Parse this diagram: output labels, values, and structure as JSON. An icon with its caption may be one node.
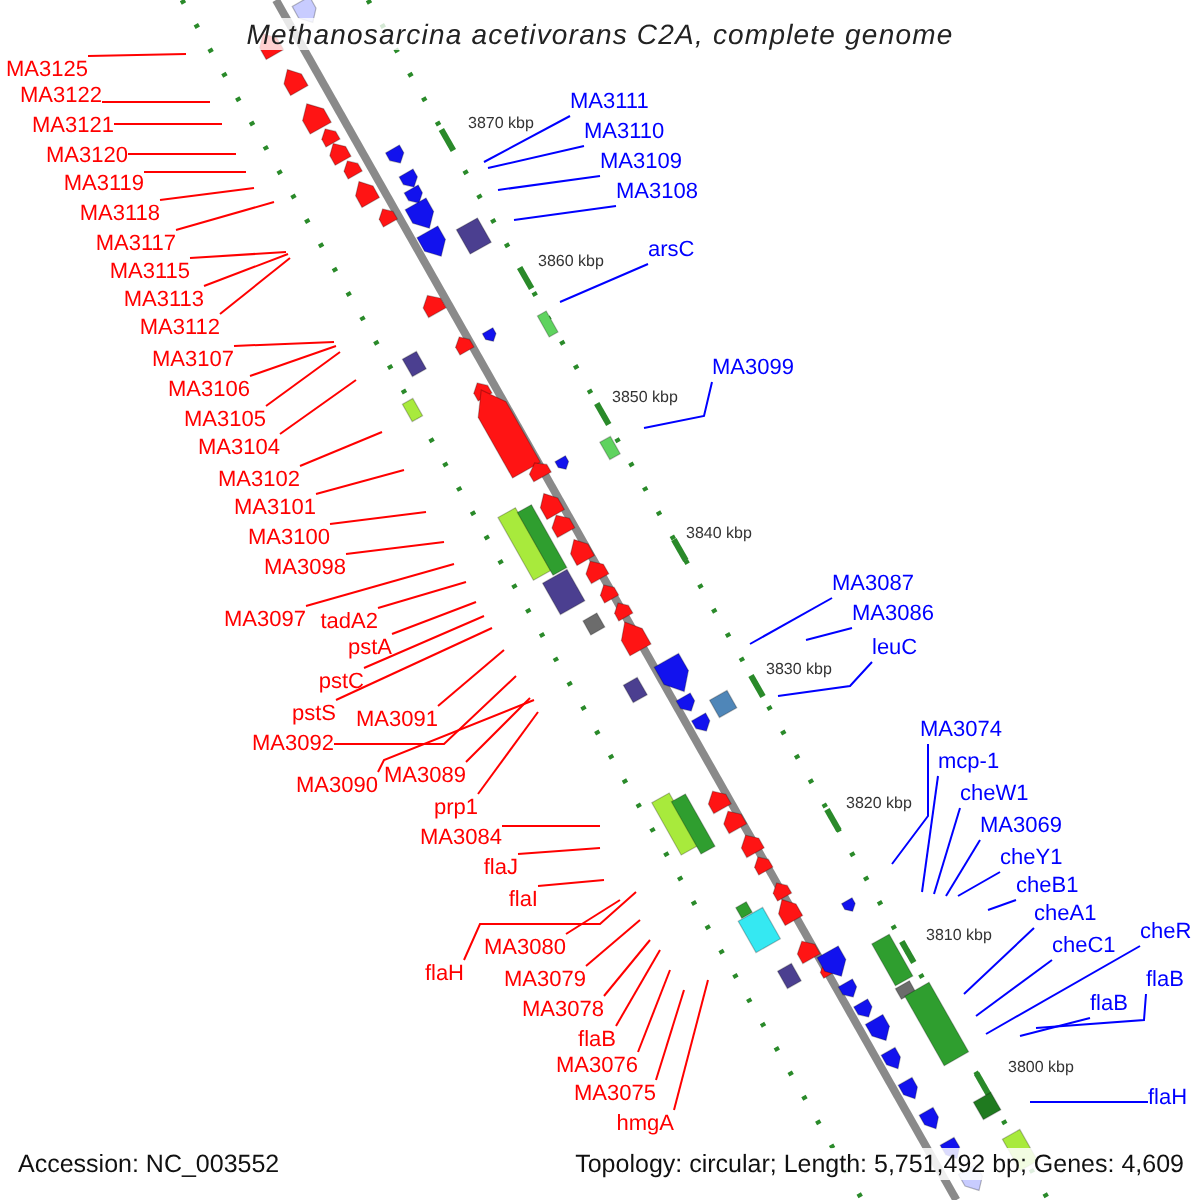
{
  "diagram": {
    "title": "Methanosarcina acetivorans C2A, complete genome",
    "nodes": [
      {
        "text": [
          "MA3125"
        ]
      },
      {
        "text": [
          "MA3122"
        ]
      },
      {
        "text": [
          "MA3121"
        ]
      },
      {
        "text": [
          "MA3120"
        ]
      },
      {
        "text": [
          "MA3119"
        ]
      },
      {
        "text": [
          "MA3118"
        ]
      },
      {
        "text": [
          "MA3117"
        ]
      },
      {
        "text": [
          "MA3115"
        ]
      },
      {
        "text": [
          "MA3113"
        ]
      },
      {
        "text": [
          "MA3112"
        ]
      },
      {
        "text": [
          "MA3107"
        ]
      },
      {
        "text": [
          "MA3106"
        ]
      },
      {
        "text": [
          "MA3105"
        ]
      },
      {
        "text": [
          "MA3104"
        ]
      },
      {
        "text": [
          "MA3102"
        ]
      },
      {
        "text": [
          "MA3101"
        ]
      },
      {
        "text": [
          "MA3100"
        ]
      },
      {
        "text": [
          "MA3098"
        ]
      },
      {
        "text": [
          "MA3097"
        ]
      },
      {
        "text": [
          "tadA2"
        ]
      },
      {
        "text": [
          "pstA"
        ]
      },
      {
        "text": [
          "pstC"
        ]
      },
      {
        "text": [
          "pstS"
        ]
      },
      {
        "text": [
          "MA3091"
        ]
      },
      {
        "text": [
          "MA3092"
        ]
      },
      {
        "text": [
          "MA3089"
        ]
      },
      {
        "text": [
          "MA3090"
        ]
      },
      {
        "text": [
          "prp1"
        ]
      },
      {
        "text": [
          "MA3084"
        ]
      },
      {
        "text": [
          "flaJ"
        ]
      },
      {
        "text": [
          "flaI"
        ]
      },
      {
        "text": [
          "MA3080"
        ]
      },
      {
        "text": [
          "flaH"
        ]
      },
      {
        "text": [
          "MA3079"
        ]
      },
      {
        "text": [
          "MA3078"
        ]
      },
      {
        "text": [
          "flaB"
        ]
      },
      {
        "text": [
          "MA3076"
        ]
      },
      {
        "text": [
          "MA3075"
        ]
      },
      {
        "text": [
          "hmgA"
        ]
      },
      {
        "text": [
          "MA3111"
        ]
      },
      {
        "text": [
          "MA3110"
        ]
      },
      {
        "text": [
          "MA3109"
        ]
      },
      {
        "text": [
          "MA3108"
        ]
      },
      {
        "text": [
          "arsC"
        ]
      },
      {
        "text": [
          "MA3099"
        ]
      },
      {
        "text": [
          "MA3087"
        ]
      },
      {
        "text": [
          "MA3086"
        ]
      },
      {
        "text": [
          "leuC"
        ]
      },
      {
        "text": [
          "MA3074"
        ]
      },
      {
        "text": [
          "mcp-1"
        ]
      },
      {
        "text": [
          "cheW1"
        ]
      },
      {
        "text": [
          "MA3069"
        ]
      },
      {
        "text": [
          "cheY1"
        ]
      },
      {
        "text": [
          "cheB1"
        ]
      },
      {
        "text": [
          "cheA1"
        ]
      },
      {
        "text": [
          "cheC1"
        ]
      },
      {
        "text": [
          "cheR"
        ]
      },
      {
        "text": [
          "flaB"
        ]
      },
      {
        "text": [
          "flaB"
        ]
      },
      {
        "text": [
          "flaH"
        ]
      }
    ],
    "edges": [
      {
        "from": 0,
        "to": null,
        "arrow": "none"
      },
      {
        "from": 1,
        "to": null,
        "arrow": "none"
      },
      {
        "from": 2,
        "to": null,
        "arrow": "none"
      },
      {
        "from": 3,
        "to": null,
        "arrow": "none"
      },
      {
        "from": 4,
        "to": null,
        "arrow": "none"
      },
      {
        "from": 5,
        "to": null,
        "arrow": "none"
      },
      {
        "from": 6,
        "to": null,
        "arrow": "none"
      },
      {
        "from": 7,
        "to": null,
        "arrow": "none"
      },
      {
        "from": 8,
        "to": null,
        "arrow": "none"
      },
      {
        "from": 9,
        "to": null,
        "arrow": "none"
      },
      {
        "from": 10,
        "to": null,
        "arrow": "none"
      },
      {
        "from": 11,
        "to": null,
        "arrow": "none"
      },
      {
        "from": 12,
        "to": null,
        "arrow": "none"
      },
      {
        "from": 13,
        "to": null,
        "arrow": "none"
      },
      {
        "from": 14,
        "to": null,
        "arrow": "none"
      },
      {
        "from": 15,
        "to": null,
        "arrow": "none"
      },
      {
        "from": 16,
        "to": null,
        "arrow": "none"
      },
      {
        "from": 17,
        "to": null,
        "arrow": "none"
      },
      {
        "from": 18,
        "to": null,
        "arrow": "none"
      },
      {
        "from": 19,
        "to": null,
        "arrow": "none"
      },
      {
        "from": 20,
        "to": null,
        "arrow": "none"
      },
      {
        "from": 21,
        "to": null,
        "arrow": "none"
      },
      {
        "from": 22,
        "to": null,
        "arrow": "none"
      },
      {
        "from": 23,
        "to": null,
        "arrow": "none"
      },
      {
        "from": 24,
        "to": null,
        "arrow": "none"
      },
      {
        "from": 25,
        "to": null,
        "arrow": "none"
      },
      {
        "from": 26,
        "to": null,
        "arrow": "none"
      },
      {
        "from": 27,
        "to": null,
        "arrow": "none"
      },
      {
        "from": 28,
        "to": null,
        "arrow": "none"
      },
      {
        "from": 29,
        "to": null,
        "arrow": "none"
      },
      {
        "from": 30,
        "to": null,
        "arrow": "none"
      },
      {
        "from": 31,
        "to": null,
        "arrow": "none"
      },
      {
        "from": 32,
        "to": null,
        "arrow": "none"
      },
      {
        "from": 33,
        "to": null,
        "arrow": "none"
      },
      {
        "from": 34,
        "to": null,
        "arrow": "none"
      },
      {
        "from": 35,
        "to": null,
        "arrow": "none"
      },
      {
        "from": 36,
        "to": null,
        "arrow": "none"
      },
      {
        "from": 37,
        "to": null,
        "arrow": "none"
      },
      {
        "from": 38,
        "to": null,
        "arrow": "none"
      },
      {
        "from": 39,
        "to": null,
        "arrow": "none",
        "color": "#0000ff"
      },
      {
        "from": 40,
        "to": null,
        "arrow": "none",
        "color": "#0000ff"
      },
      {
        "from": 41,
        "to": null,
        "arrow": "none",
        "color": "#0000ff"
      },
      {
        "from": 42,
        "to": null,
        "arrow": "none",
        "color": "#0000ff"
      },
      {
        "from": 43,
        "to": null,
        "arrow": "none",
        "color": "#0000ff"
      },
      {
        "from": 44,
        "to": null,
        "arrow": "none",
        "color": "#0000ff"
      },
      {
        "from": 45,
        "to": null,
        "arrow": "none",
        "color": "#0000ff"
      },
      {
        "from": 46,
        "to": null,
        "arrow": "none",
        "color": "#0000ff"
      },
      {
        "from": 47,
        "to": null,
        "arrow": "none",
        "color": "#0000ff"
      },
      {
        "from": 48,
        "to": null,
        "arrow": "none",
        "color": "#0000ff"
      },
      {
        "from": 49,
        "to": null,
        "arrow": "none",
        "color": "#0000ff"
      },
      {
        "from": 50,
        "to": null,
        "arrow": "none",
        "color": "#0000ff"
      },
      {
        "from": 51,
        "to": null,
        "arrow": "none",
        "color": "#0000ff"
      },
      {
        "from": 52,
        "to": null,
        "arrow": "none",
        "color": "#0000ff"
      },
      {
        "from": 53,
        "to": null,
        "arrow": "none",
        "color": "#0000ff"
      },
      {
        "from": 54,
        "to": null,
        "arrow": "none",
        "color": "#0000ff"
      },
      {
        "from": 55,
        "to": null,
        "arrow": "none",
        "color": "#0000ff"
      },
      {
        "from": 56,
        "to": null,
        "arrow": "none",
        "color": "#0000ff"
      },
      {
        "from": 57,
        "to": null,
        "arrow": "none",
        "color": "#0000ff"
      },
      {
        "from": 58,
        "to": null,
        "arrow": "none",
        "color": "#0000ff"
      },
      {
        "from": 59,
        "to": null,
        "arrow": "none",
        "color": "#0000ff"
      }
    ],
    "labels": [
      "3870 kbp",
      "3860 kbp",
      "3850 kbp",
      "3840 kbp",
      "3830 kbp",
      "3820 kbp",
      "3810 kbp",
      "3800 kbp",
      "Accession: NC_003552",
      "Topology: circular; Length: 5,751,492 bp; Genes: 4,609"
    ]
  }
}
